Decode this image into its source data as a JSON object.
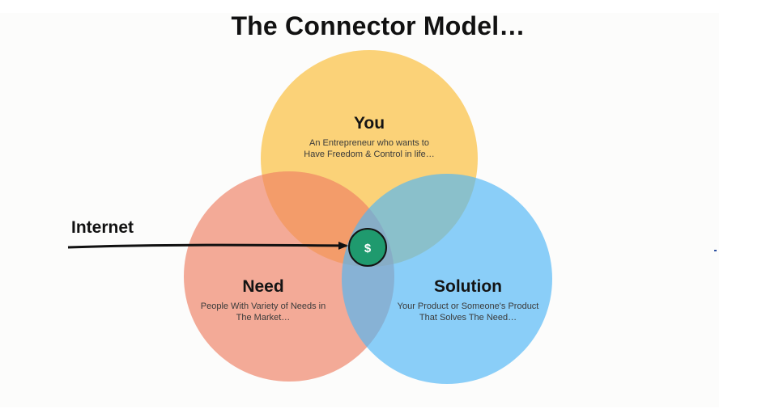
{
  "title": "The Connector Model…",
  "circles": {
    "you": {
      "heading": "You",
      "line1": "An Entrepreneur who wants to",
      "line2": "Have Freedom & Control in life…",
      "color": "#fbc34a"
    },
    "need": {
      "heading": "Need",
      "line1": "People With Variety of Needs in",
      "line2": "The Market…",
      "color": "#ef7f63"
    },
    "solution": {
      "heading": "Solution",
      "line1": "Your Product or Someone's Product",
      "line2": "That Solves The Need…",
      "color": "#4fb6f6"
    }
  },
  "center": {
    "symbol": "$",
    "color": "#1f9a6e"
  },
  "arrow": {
    "label": "Internet"
  }
}
